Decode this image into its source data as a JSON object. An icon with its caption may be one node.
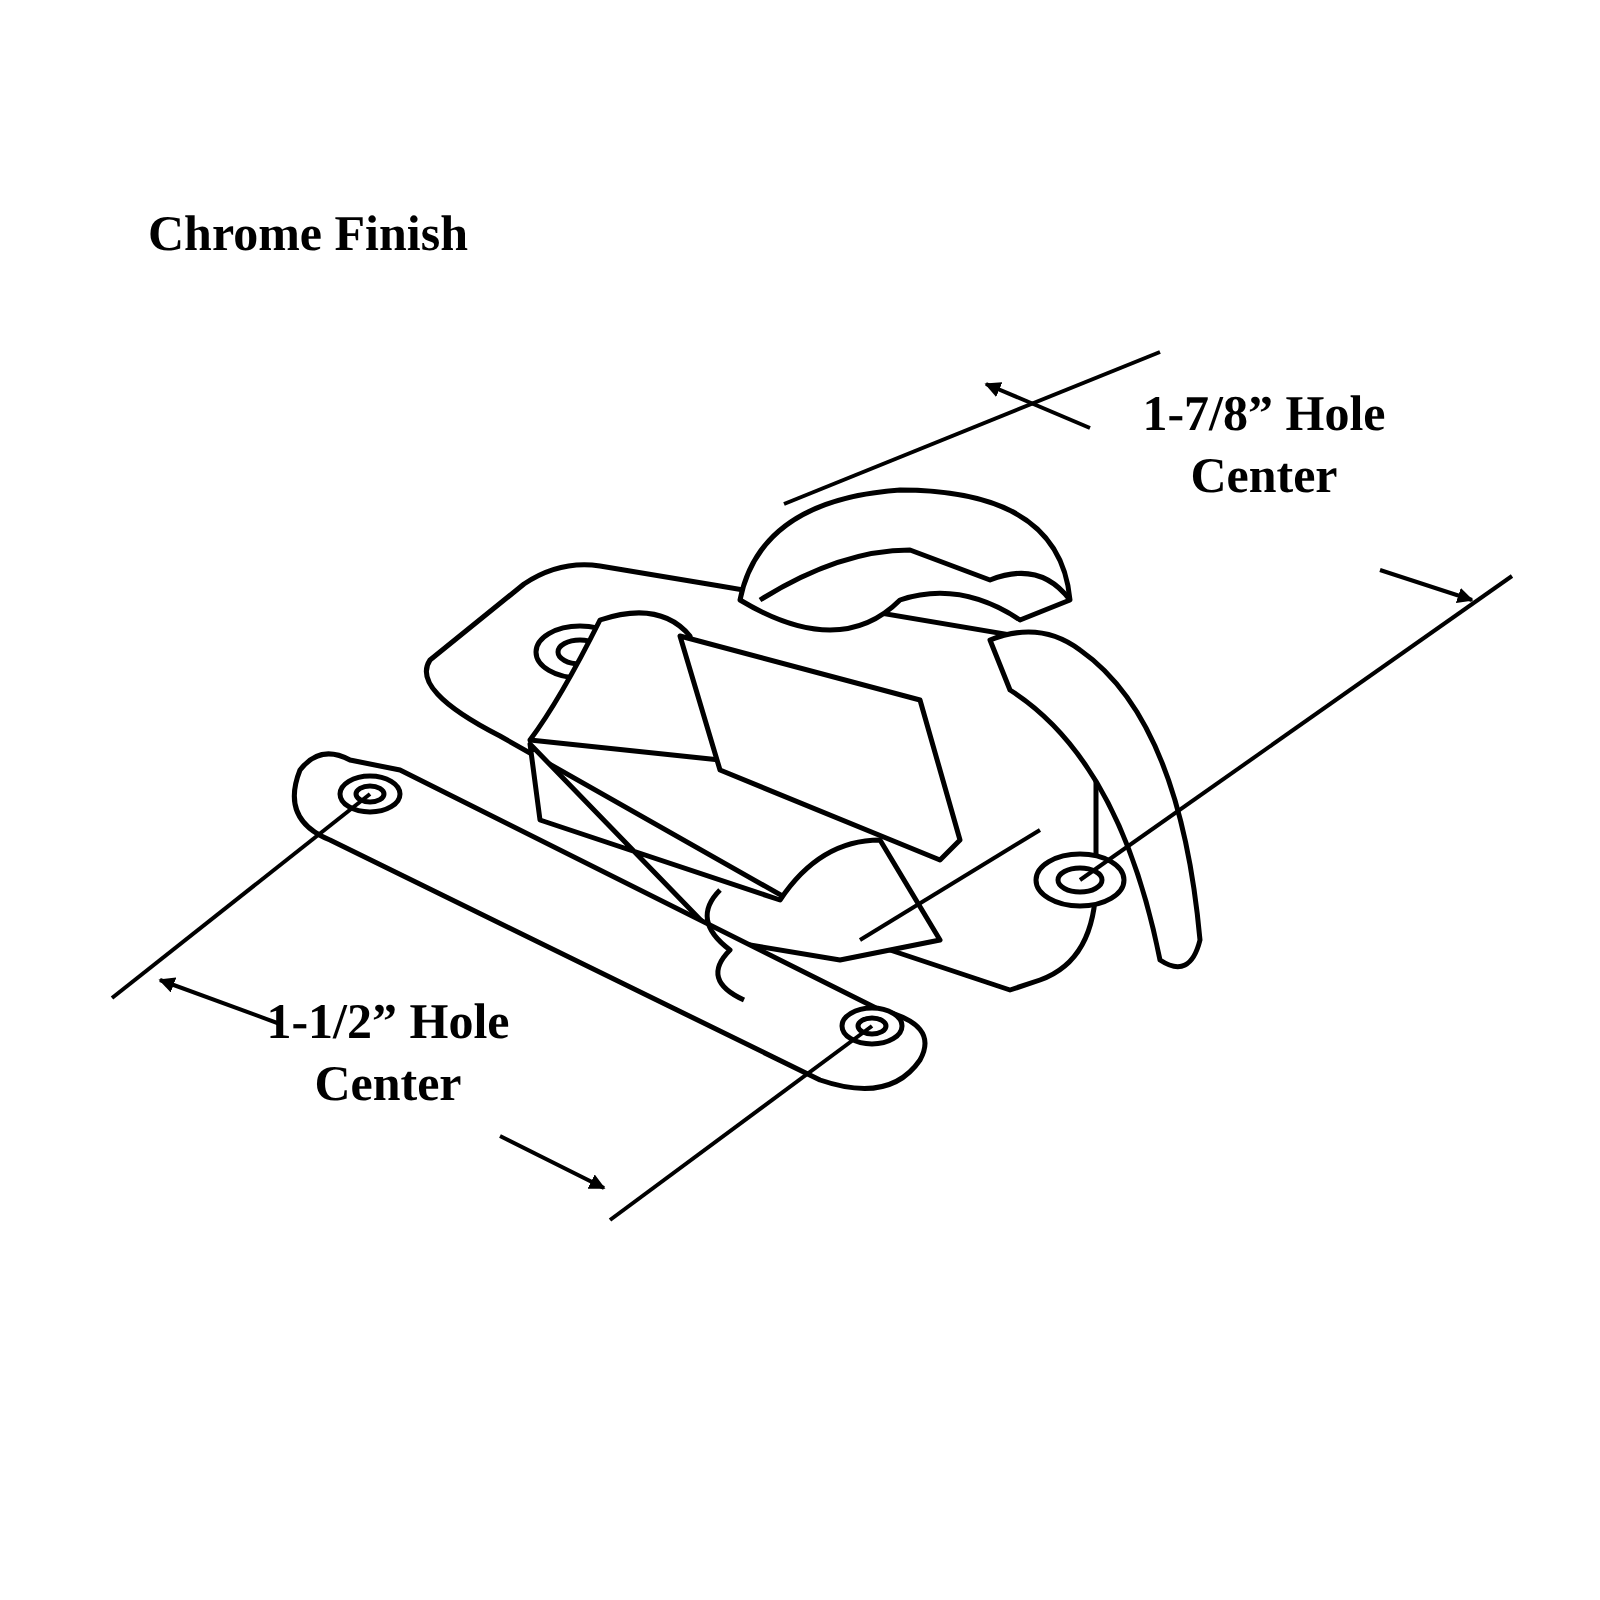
{
  "diagram": {
    "labels": [
      "Chrome Finish",
      "1-7/8” Hole Center",
      "1-1/2” Hole Center"
    ]
  }
}
